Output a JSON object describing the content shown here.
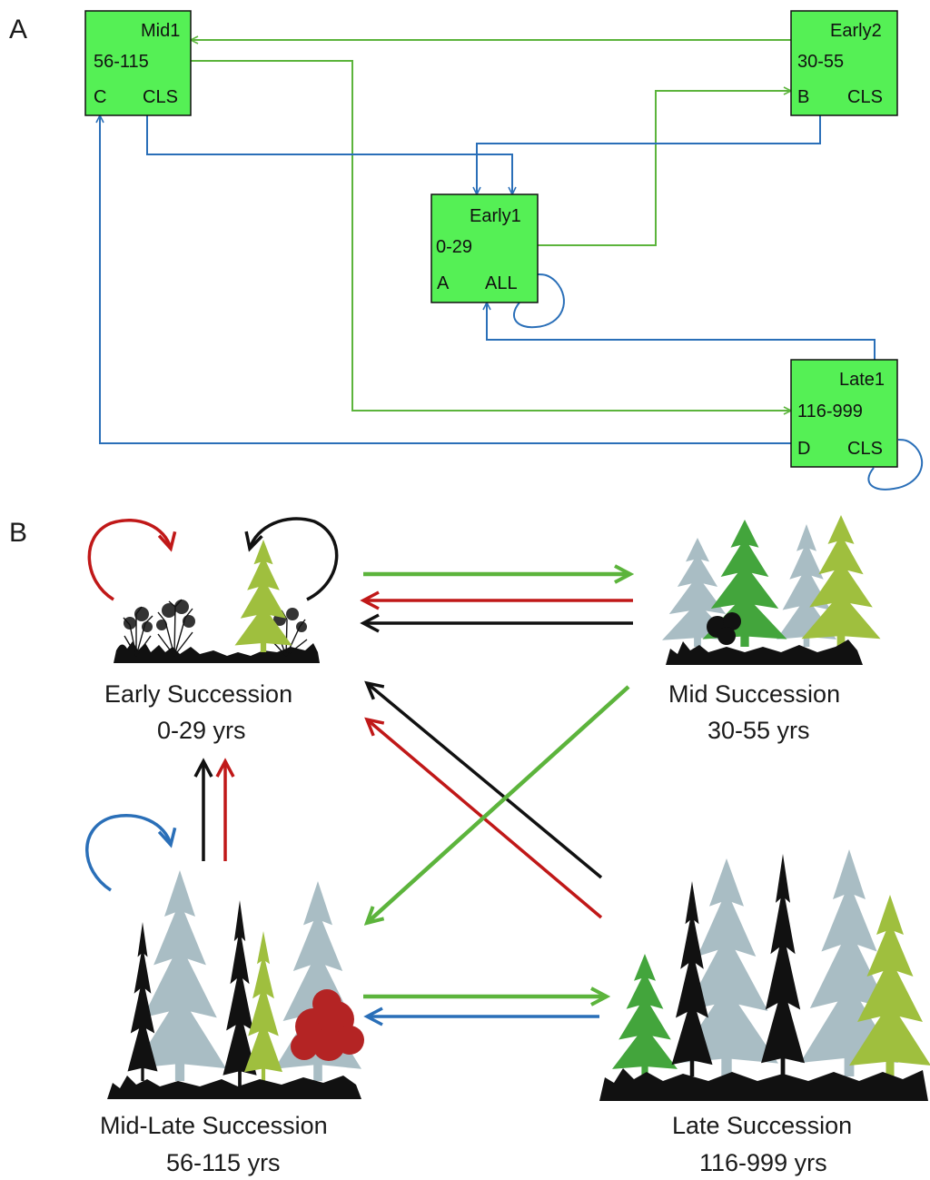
{
  "panel_a": {
    "letter": "A",
    "boxes": [
      {
        "id": "mid1",
        "name": "Mid1",
        "age": "56-115",
        "code": "C",
        "type": "CLS"
      },
      {
        "id": "early2",
        "name": "Early2",
        "age": "30-55",
        "code": "B",
        "type": "CLS"
      },
      {
        "id": "early1",
        "name": "Early1",
        "age": "0-29",
        "code": "A",
        "type": "ALL"
      },
      {
        "id": "late1",
        "name": "Late1",
        "age": "116-999",
        "code": "D",
        "type": "CLS"
      }
    ]
  },
  "panel_b": {
    "letter": "B",
    "stages": [
      {
        "id": "early",
        "name": "Early Succession",
        "age": "0-29 yrs"
      },
      {
        "id": "mid",
        "name": "Mid Succession",
        "age": "30-55 yrs"
      },
      {
        "id": "midlate",
        "name": "Mid-Late Succession",
        "age": "56-115 yrs"
      },
      {
        "id": "late",
        "name": "Late Succession",
        "age": "116-999 yrs"
      }
    ]
  },
  "colors": {
    "box_fill": "#55f055",
    "green_arrow": "#5cb43c",
    "blue_arrow": "#2a6fb8",
    "red_arrow": "#c01818",
    "black_arrow": "#111111",
    "gray_tree": "#a9bdc4",
    "dark_green_tree": "#43a53c",
    "olive_tree": "#9fbf3e",
    "red_shrub": "#b42424"
  }
}
